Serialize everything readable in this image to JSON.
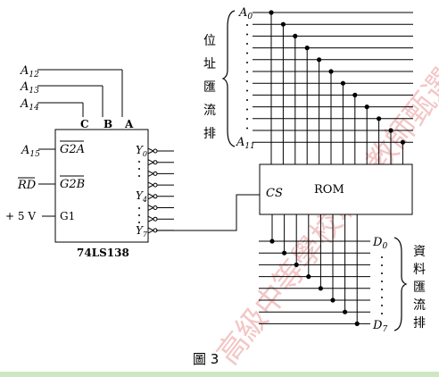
{
  "decoder": {
    "name": "74LS138",
    "pin_c": "C",
    "pin_b": "B",
    "pin_a": "A",
    "pin_g2a": "G2A",
    "pin_g2b": "G2B",
    "pin_g1": "G1",
    "out_y0": "Y",
    "out_y0_sub": "0",
    "out_y4": "Y",
    "out_y4_sub": "4",
    "out_y7": "Y",
    "out_y7_sub": "7"
  },
  "inputs": {
    "a12": "A",
    "a12_sub": "12",
    "a13": "A",
    "a13_sub": "13",
    "a14": "A",
    "a14_sub": "14",
    "a15": "A",
    "a15_sub": "15",
    "rd": "RD",
    "vcc": "+ 5 V"
  },
  "rom": {
    "name": "ROM",
    "cs": "CS"
  },
  "address_bus": {
    "top": "A",
    "top_sub": "0",
    "bottom": "A",
    "bottom_sub": "11",
    "label_chars": [
      "位",
      "址",
      "匯",
      "流",
      "排"
    ]
  },
  "data_bus": {
    "top": "D",
    "top_sub": "0",
    "bottom": "D",
    "bottom_sub": "7",
    "label_chars": [
      "資",
      "料",
      "匯",
      "流",
      "排"
    ]
  },
  "caption": "圖 3",
  "watermark": "高級中等學校聯合教師甄選"
}
